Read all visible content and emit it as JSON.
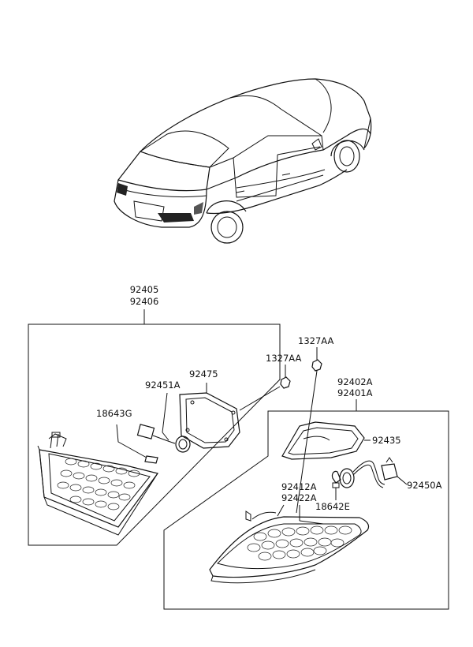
{
  "labels": {
    "inner_lamp_a": "92405",
    "inner_lamp_b": "92406",
    "gasket_inner": "92475",
    "socket_inner": "92451A",
    "bulb_inner": "18643G",
    "nut_1": "1327AA",
    "nut_2": "1327AA",
    "outer_lamp_a": "92402A",
    "outer_lamp_b": "92401A",
    "gasket_outer": "92435",
    "lens_a": "92412A",
    "lens_b": "92422A",
    "bulb_outer": "18642E",
    "socket_outer": "92450A"
  }
}
